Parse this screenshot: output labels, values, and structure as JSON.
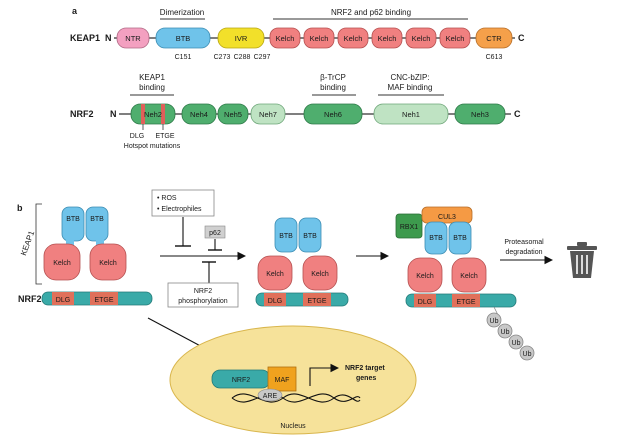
{
  "panel_a": {
    "letter": "a",
    "keap1": {
      "name": "KEAP1",
      "n_term": "N",
      "c_term": "C",
      "dimerization": "Dimerization",
      "binding": "NRF2 and p62 binding",
      "domains": [
        "NTR",
        "BTB",
        "IVR",
        "Kelch",
        "Kelch",
        "Kelch",
        "Kelch",
        "Kelch",
        "Kelch",
        "CTR"
      ],
      "residues": [
        "C151",
        "C273",
        "C288",
        "C297",
        "C613"
      ]
    },
    "nrf2": {
      "name": "NRF2",
      "n_term": "N",
      "c_term": "C",
      "binding_keap1": [
        "KEAP1",
        "binding"
      ],
      "binding_btrcp": [
        "β-TrCP",
        "binding"
      ],
      "binding_maf": [
        "CNC-bZIP:",
        "MAF binding"
      ],
      "domains": [
        "Neh2",
        "Neh4",
        "Neh5",
        "Neh7",
        "Neh6",
        "Neh1",
        "Neh3"
      ],
      "motifs": [
        "DLG",
        "ETGE"
      ],
      "hotspot": "Hotspot mutations"
    }
  },
  "panel_b": {
    "letter": "b",
    "keap1_label": "KEAP1",
    "nrf2_label": "NRF2",
    "btb": "BTB",
    "kelch": "Kelch",
    "dlg": "DLG",
    "etge": "ETGE",
    "stressors": [
      "• ROS",
      "• Electrophiles"
    ],
    "p62": "p62",
    "phospho": [
      "NRF2",
      "phosphorylation"
    ],
    "rbx1": "RBX1",
    "cul3": "CUL3",
    "ub": "Ub",
    "degradation": [
      "Proteasomal",
      "degradation"
    ],
    "nucleus": "Nucleus",
    "nuc_nrf2": "NRF2",
    "maf": "MAF",
    "are": "ARE",
    "targets": [
      "NRF2 target",
      "genes"
    ]
  },
  "colors": {
    "kelch": "#f08080",
    "btb": "#6fc3ea",
    "nrf2_green": "#4fae6e",
    "nrf2_light": "#bfe3c3",
    "ntr": "#f3a0c0",
    "ivr": "#f2e02a",
    "ctr": "#f5a04a",
    "maf": "#f0a21e",
    "nucleus": "#f6e29a",
    "ub": "#c8c8c8",
    "rbx1": "#3d9a4d",
    "cul3": "#f59a44"
  }
}
